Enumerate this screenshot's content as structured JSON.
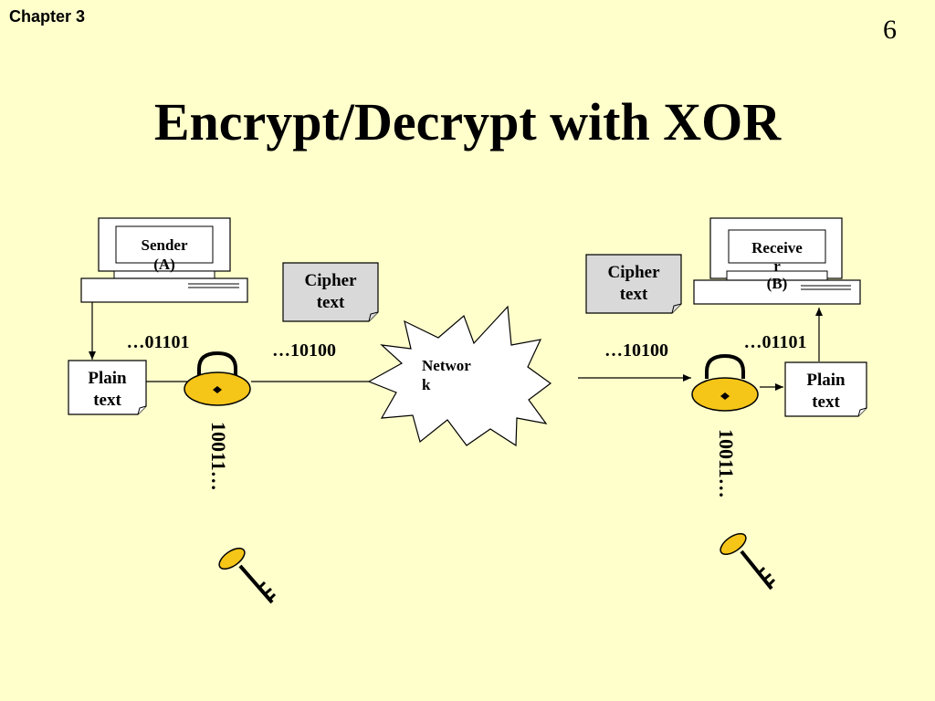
{
  "header": {
    "chapter": "Chapter 3",
    "page_number": "6"
  },
  "title": "Encrypt/Decrypt with XOR",
  "sender": {
    "label_line1": "Sender",
    "label_line2": "(A)"
  },
  "receiver": {
    "label_line1": "Receive",
    "label_line2": "r",
    "label_line3": "(B)"
  },
  "left": {
    "plaintext_line1": "Plain",
    "plaintext_line2": "text",
    "plain_bits": "…01101",
    "cipher_bits": "…10100",
    "key_bits": "10011…",
    "cipher_doc_line1": "Cipher",
    "cipher_doc_line2": "text"
  },
  "right": {
    "plaintext_line1": "Plain",
    "plaintext_line2": "text",
    "plain_bits": "…01101",
    "cipher_bits": "…10100",
    "key_bits": "10011…",
    "cipher_doc_line1": "Cipher",
    "cipher_doc_line2": "text"
  },
  "network": {
    "label_line1": "Networ",
    "label_line2": "k"
  },
  "colors": {
    "background": "#ffffcc",
    "lock_fill": "#f5c518",
    "doc_fill": "#d9d9d9"
  }
}
